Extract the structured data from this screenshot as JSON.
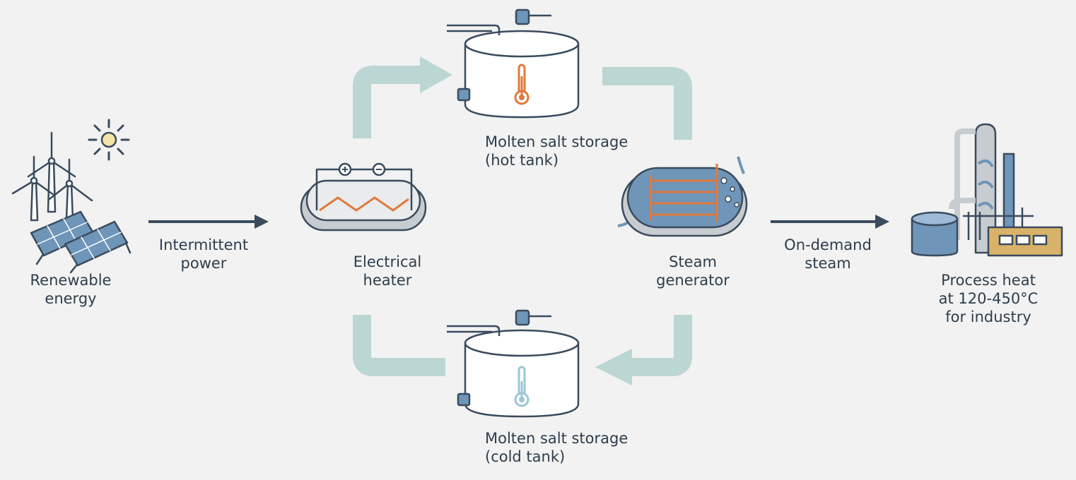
{
  "labels": {
    "renewable": {
      "line1": "Renewable",
      "line2": "energy"
    },
    "intermittent": {
      "line1": "Intermittent",
      "line2": "power"
    },
    "heater": {
      "line1": "Electrical",
      "line2": "heater"
    },
    "hot_tank": {
      "line1": "Molten salt storage",
      "line2": "(hot tank)"
    },
    "cold_tank": {
      "line1": "Molten salt storage",
      "line2": "(cold tank)"
    },
    "steam_gen": {
      "line1": "Steam",
      "line2": "generator"
    },
    "on_demand": {
      "line1": "On-demand",
      "line2": "steam"
    },
    "process": {
      "line1": "Process heat",
      "line2": "at 120-450°C",
      "line3": "for industry"
    }
  },
  "icons": {
    "renewable": "wind-turbines-solar-panels-sun-icon",
    "heater": "electrical-heater-icon",
    "hot_tank": "hot-tank-icon",
    "cold_tank": "cold-tank-icon",
    "steam_gen": "steam-generator-icon",
    "plant": "industrial-plant-icon"
  },
  "colors": {
    "background": "#f1f2f1",
    "outline": "#3a4b5e",
    "loop_arrow": "#bcd6d3",
    "hot": "#e07a3c",
    "cold": "#9cc7d6",
    "steel_blue": "#6f95b8",
    "tank_fill": "#ffffff",
    "plant_accent": "#d9b26a",
    "text": "#2f3d4c"
  }
}
